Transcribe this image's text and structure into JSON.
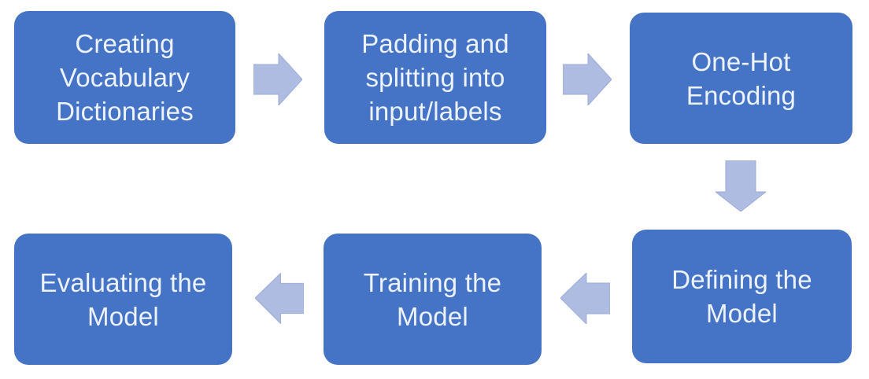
{
  "diagram": {
    "type": "process-flow",
    "nodes": [
      {
        "id": "creating-vocabulary-dictionaries",
        "label": "Creating\nVocabulary\nDictionaries"
      },
      {
        "id": "padding-and-splitting",
        "label": "Padding and\nsplitting into\ninput/labels"
      },
      {
        "id": "one-hot-encoding",
        "label": "One-Hot\nEncoding"
      },
      {
        "id": "defining-the-model",
        "label": "Defining the\nModel"
      },
      {
        "id": "training-the-model",
        "label": "Training the\nModel"
      },
      {
        "id": "evaluating-the-model",
        "label": "Evaluating the\nModel"
      }
    ],
    "connections": [
      {
        "from": "Creating Vocabulary Dictionaries",
        "to": "Padding and splitting into input/labels",
        "direction": "right"
      },
      {
        "from": "Padding and splitting into input/labels",
        "to": "One-Hot Encoding",
        "direction": "right"
      },
      {
        "from": "One-Hot Encoding",
        "to": "Defining the Model",
        "direction": "down"
      },
      {
        "from": "Defining the Model",
        "to": "Training the Model",
        "direction": "left"
      },
      {
        "from": "Training the Model",
        "to": "Evaluating the Model",
        "direction": "left"
      }
    ],
    "colors": {
      "node_fill": "#4573C5",
      "node_text": "#EDF2FB",
      "arrow_fill": "#AEBCE2",
      "arrow_edge": "#9DADD8",
      "background": "#FFFFFF"
    }
  }
}
